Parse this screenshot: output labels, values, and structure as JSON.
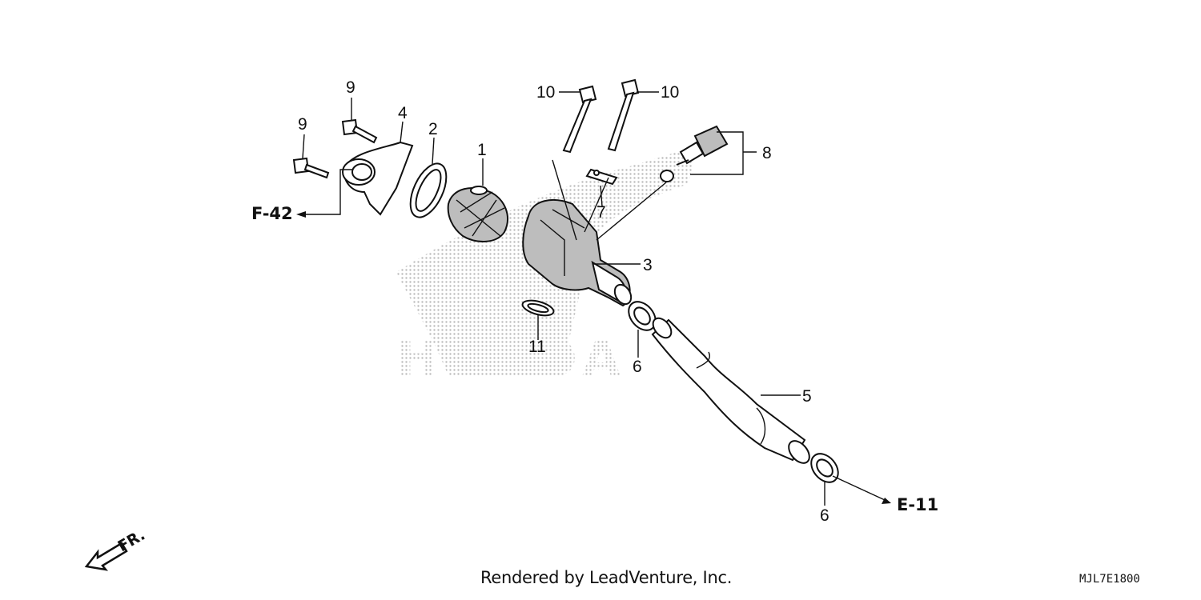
{
  "parts": {
    "p1": "1",
    "p2": "2",
    "p3": "3",
    "p4": "4",
    "p5": "5",
    "p6a": "6",
    "p6b": "6",
    "p7": "7",
    "p8": "8",
    "p9a": "9",
    "p9b": "9",
    "p10a": "10",
    "p10b": "10",
    "p11": "11"
  },
  "references": {
    "left": "F-42",
    "right": "E-11"
  },
  "direction": {
    "label": "FR."
  },
  "watermark": {
    "text": "HONDA"
  },
  "footer": {
    "credit": "Rendered by LeadVenture, Inc.",
    "code": "MJL7E1800"
  },
  "colors": {
    "line": "#111111",
    "watermark": "#c8c8c8"
  }
}
